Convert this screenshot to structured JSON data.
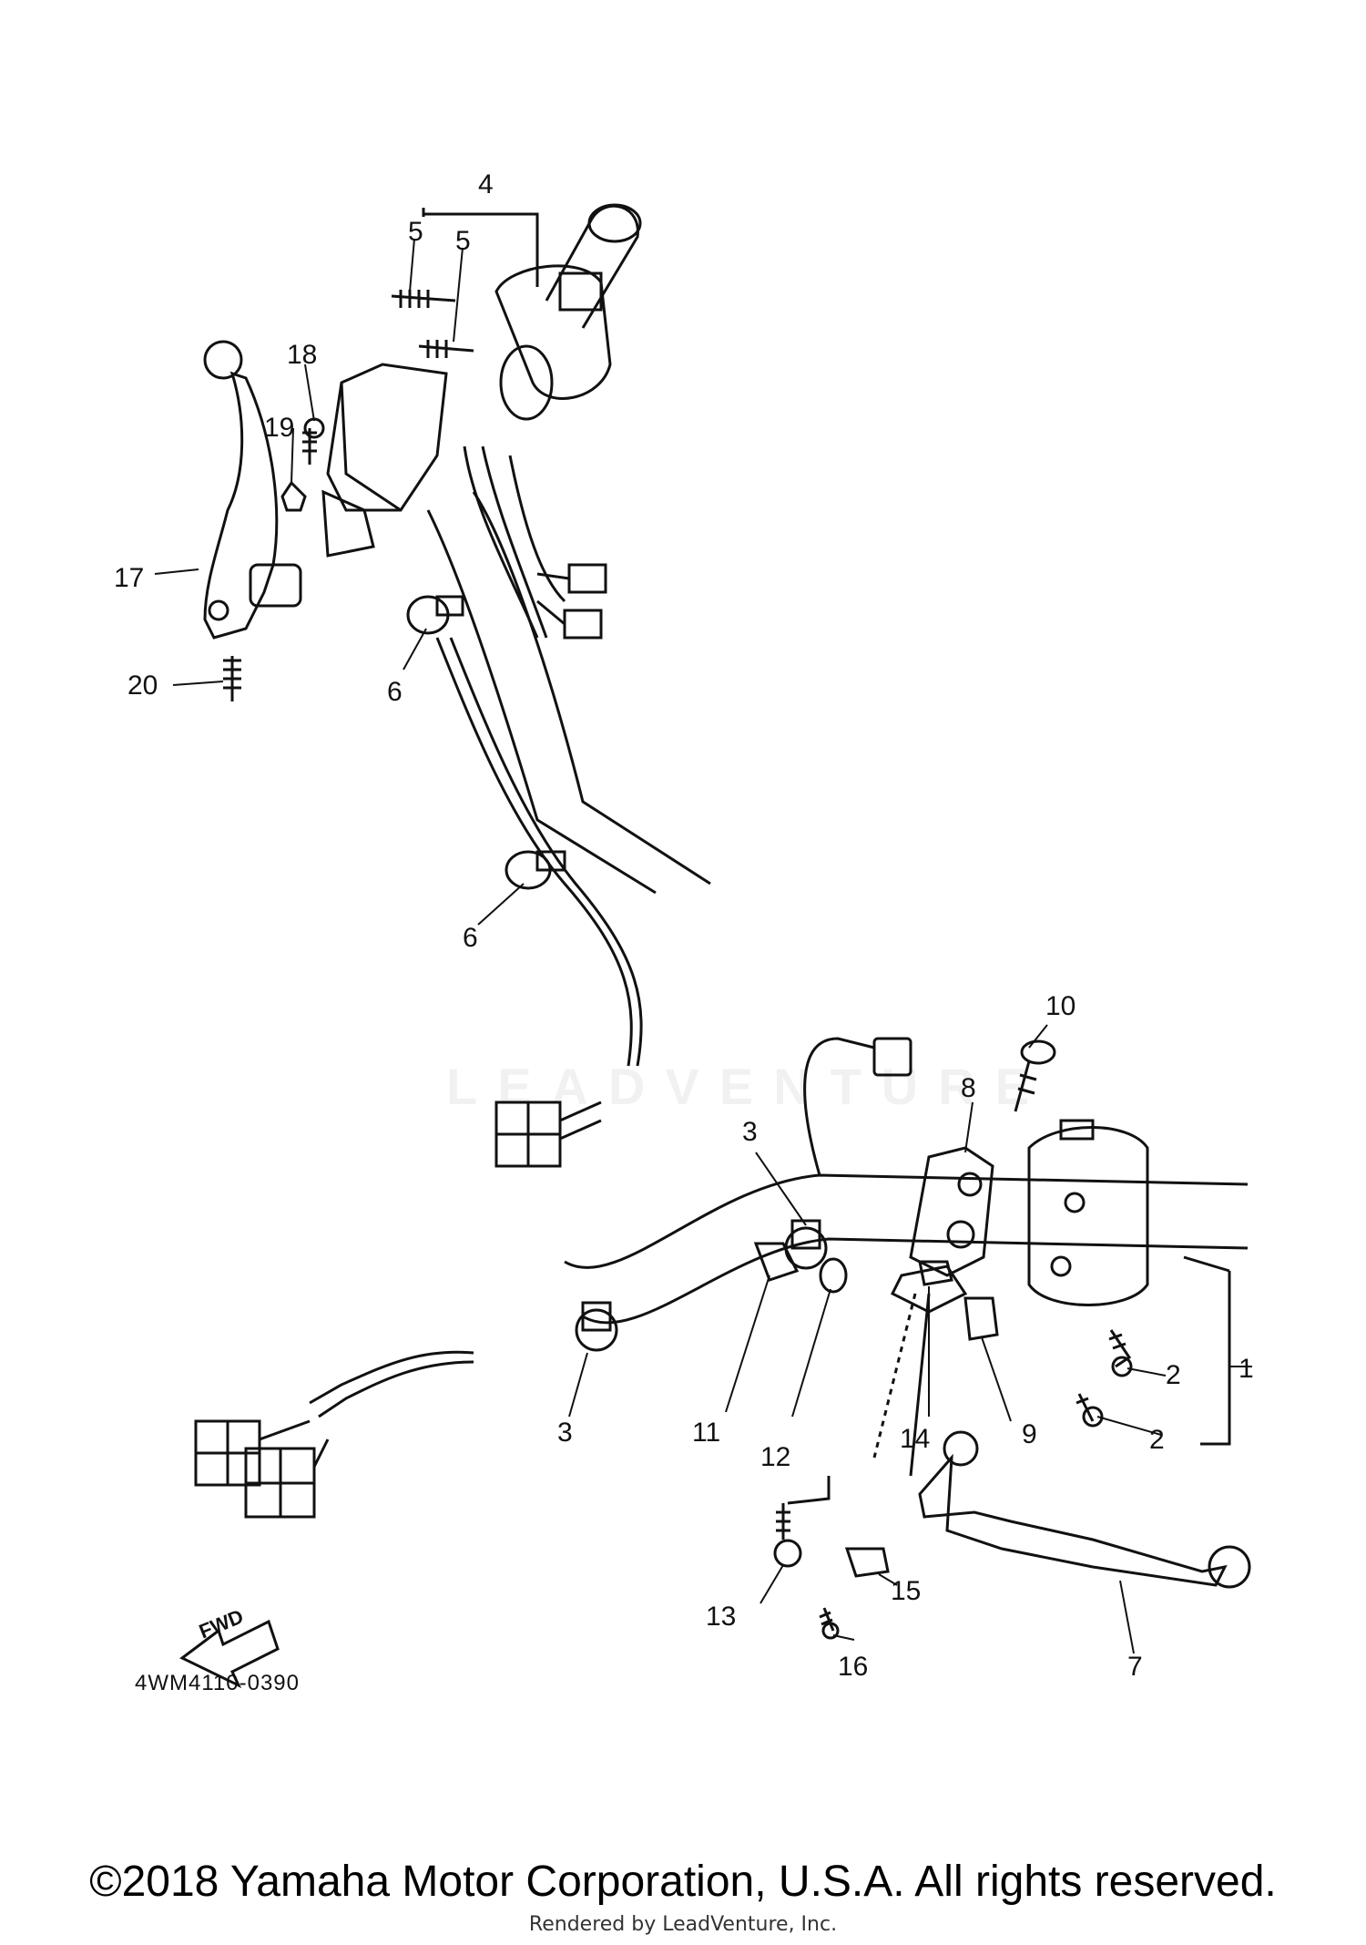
{
  "diagram": {
    "callouts": [
      "1",
      "2",
      "2",
      "3",
      "3",
      "4",
      "5",
      "5",
      "6",
      "6",
      "7",
      "8",
      "9",
      "10",
      "11",
      "12",
      "13",
      "14",
      "15",
      "16",
      "17",
      "18",
      "19",
      "20"
    ],
    "part_code": "4WM4110-0390",
    "fwd_label": "FWD",
    "watermark": "LEADVENTURE"
  },
  "footer": {
    "copyright": "©2018 Yamaha Motor Corporation, U.S.A. All rights reserved.",
    "rendered_by": "Rendered by LeadVenture, Inc."
  }
}
